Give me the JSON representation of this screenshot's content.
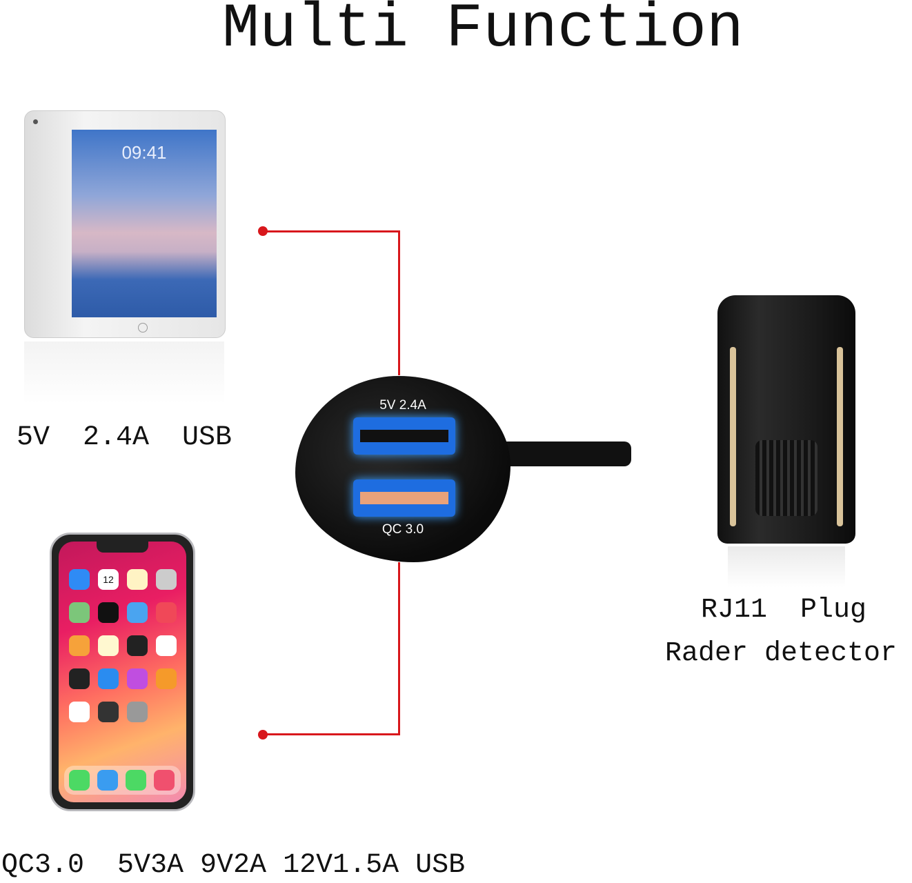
{
  "title": "Multi Function",
  "ipad": {
    "label": "5V  2.4A  USB",
    "screen_time": "09:41"
  },
  "phone": {
    "label": "QC3.0  5V3A 9V2A 12V1.5A USB",
    "calendar_day": "12"
  },
  "charger": {
    "port_top_label": "5V 2.4A",
    "port_bottom_label": "QC 3.0"
  },
  "radar": {
    "label_line1": "RJ11  Plug",
    "label_line2": "Rader detector"
  },
  "colors": {
    "connector_line": "#d8171c",
    "port_glow": "#1e6de0"
  }
}
